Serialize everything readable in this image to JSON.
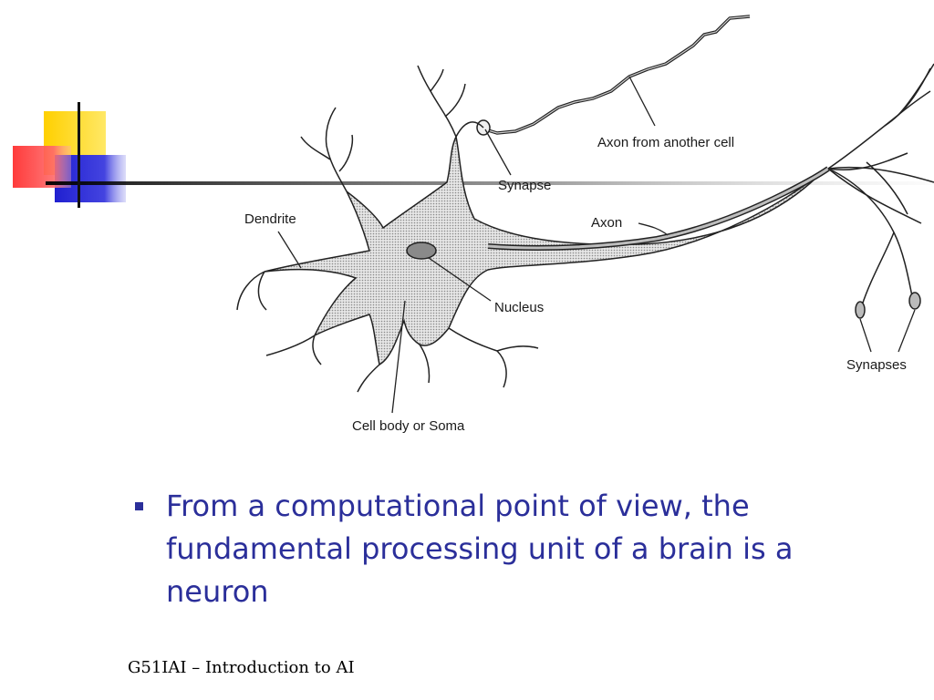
{
  "colors": {
    "accent_yellow": "#ffd400",
    "accent_red": "#ff3b3b",
    "accent_blue": "#2a2ad6",
    "bullet_text": "#2b2f9a",
    "soma_fill": "#c8c8c8",
    "nucleus_fill": "#888888"
  },
  "diagram": {
    "labels": {
      "axon_from_another_cell": "Axon from another cell",
      "synapse": "Synapse",
      "dendrite": "Dendrite",
      "axon": "Axon",
      "nucleus": "Nucleus",
      "cell_body": "Cell body or Soma",
      "synapses": "Synapses"
    }
  },
  "content": {
    "bullets": [
      "From a computational point of view, the fundamental processing unit of a brain is a neuron"
    ]
  },
  "footer": {
    "text": "G51IAI – Introduction to AI"
  }
}
